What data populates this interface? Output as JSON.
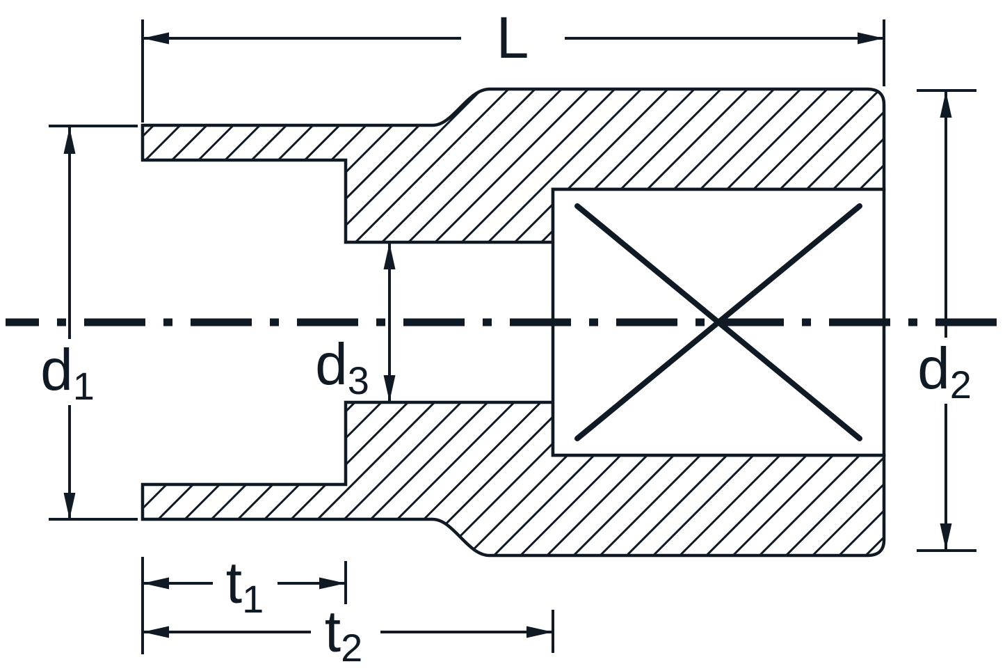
{
  "diagram": {
    "title": "Socket cross-section dimensional drawing",
    "type": "technical-drawing",
    "background": "#ffffff",
    "line_color": "#101a24",
    "labels": {
      "L": {
        "base": "L",
        "sub": ""
      },
      "d1": {
        "base": "d",
        "sub": "1"
      },
      "d2": {
        "base": "d",
        "sub": "2"
      },
      "d3": {
        "base": "d",
        "sub": "3"
      },
      "t1": {
        "base": "t",
        "sub": "1"
      },
      "t2": {
        "base": "t",
        "sub": "2"
      }
    }
  }
}
